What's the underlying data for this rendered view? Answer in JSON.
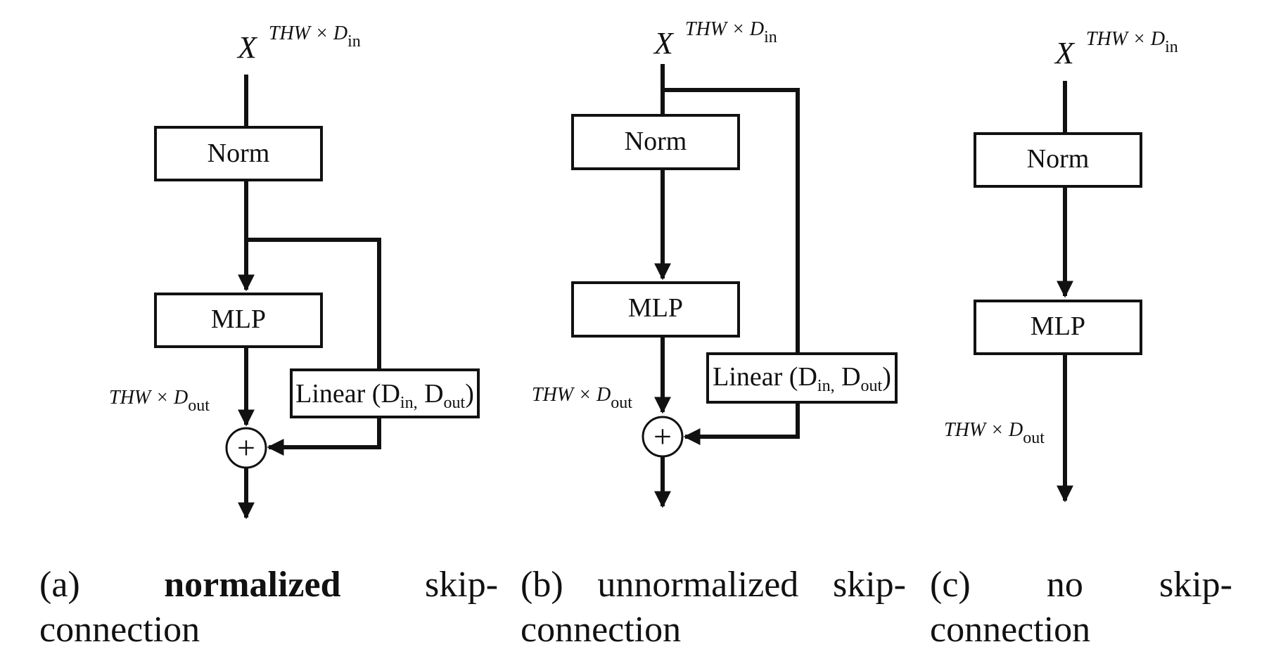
{
  "panels": [
    {
      "id": "a",
      "input_label": {
        "base": "X",
        "sup": "THW × D",
        "sup_sub": "in"
      },
      "norm_label": "Norm",
      "mlp_label": "MLP",
      "linear_label": {
        "text": "Linear (D",
        "sub1": "in,",
        "mid": " D",
        "sub2": "out",
        "close": ")"
      },
      "output_dim": {
        "text": "THW × D",
        "sub": "out"
      },
      "sum_symbol": "+",
      "caption": {
        "prefix": "(a)",
        "bold": "normalized",
        "rest": "skip-connection"
      }
    },
    {
      "id": "b",
      "input_label": {
        "base": "X",
        "sup": "THW × D",
        "sup_sub": "in"
      },
      "norm_label": "Norm",
      "mlp_label": "MLP",
      "linear_label": {
        "text": "Linear (D",
        "sub1": "in,",
        "mid": " D",
        "sub2": "out",
        "close": ")"
      },
      "output_dim": {
        "text": "THW × D",
        "sub": "out"
      },
      "sum_symbol": "+",
      "caption": {
        "prefix": "(b)",
        "rest": "unnormalized skip-connection"
      }
    },
    {
      "id": "c",
      "input_label": {
        "base": "X",
        "sup": "THW × D",
        "sup_sub": "in"
      },
      "norm_label": "Norm",
      "mlp_label": "MLP",
      "output_dim": {
        "text": "THW × D",
        "sub": "out"
      },
      "caption": {
        "prefix": "(c)",
        "rest": "no skip-connection"
      }
    }
  ],
  "colors": {
    "ink": "#111111",
    "background": "#ffffff"
  }
}
